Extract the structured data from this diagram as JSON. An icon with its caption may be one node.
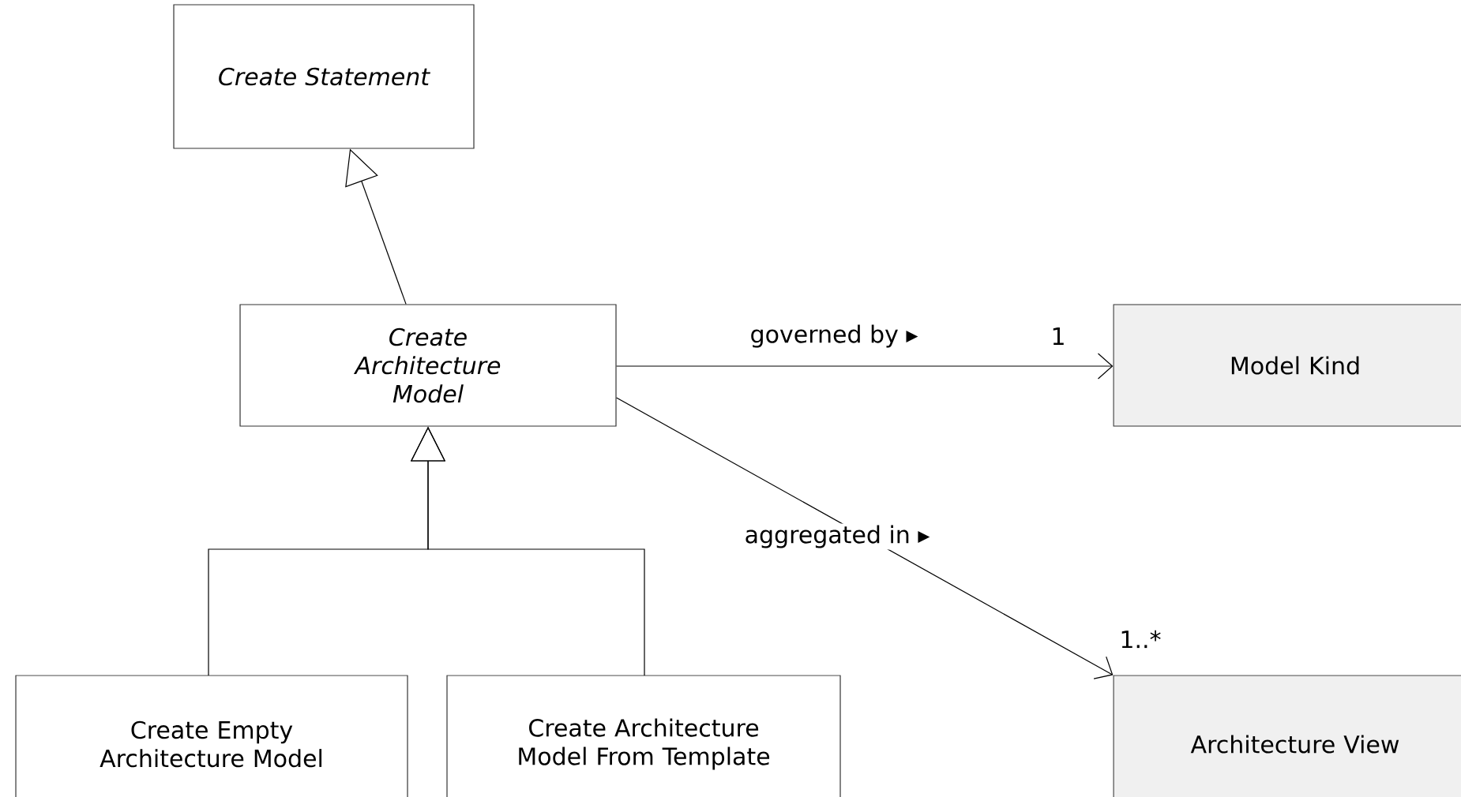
{
  "diagram": {
    "nodes": [
      {
        "text": [
          "Create Statement"
        ]
      },
      {
        "text": [
          "Create Architecture Model"
        ]
      },
      {
        "text": [
          "Model Kind"
        ]
      },
      {
        "text": [
          "Create Empty Architecture Model"
        ]
      },
      {
        "text": [
          "Create Architecture Model From Template"
        ]
      },
      {
        "text": [
          "Architecture View"
        ]
      }
    ],
    "edges": [
      {
        "from": 1,
        "to": 0,
        "arrow": "to"
      },
      {
        "from": 1,
        "to": 2,
        "arrow": "to",
        "label": "governed by ▸"
      },
      {
        "from": 1,
        "to": 5,
        "arrow": "to",
        "label": "aggregated in ▸"
      },
      {
        "from": 3,
        "to": 1,
        "arrow": "to"
      },
      {
        "from": 4,
        "to": 1,
        "arrow": "to"
      }
    ],
    "labels": [
      "1",
      "1..*"
    ]
  }
}
